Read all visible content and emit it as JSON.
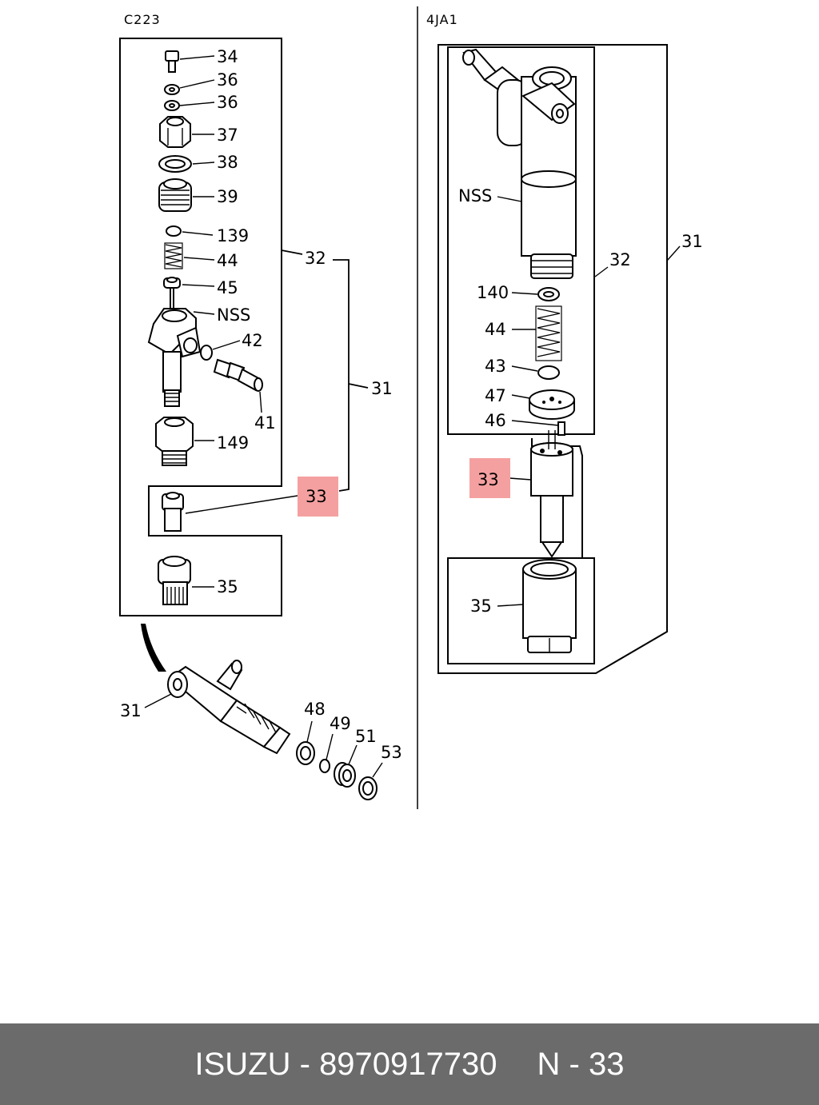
{
  "sections": {
    "left": "C223",
    "right": "4JA1"
  },
  "left_labels": {
    "p34": "34",
    "p36a": "36",
    "p36b": "36",
    "p37": "37",
    "p38": "38",
    "p39": "39",
    "p139": "139",
    "p44": "44",
    "p45": "45",
    "nss": "NSS",
    "p42": "42",
    "p41": "41",
    "p149": "149",
    "p32": "32",
    "p31": "31",
    "p33": "33",
    "p35": "35"
  },
  "bottom_labels": {
    "p31": "31",
    "p48": "48",
    "p49": "49",
    "p51": "51",
    "p53": "53"
  },
  "right_labels": {
    "nss": "NSS",
    "p32": "32",
    "p31": "31",
    "p140": "140",
    "p44": "44",
    "p43": "43",
    "p47": "47",
    "p46": "46",
    "p33": "33",
    "p35": "35"
  },
  "highlight_color": "#f5a0a0",
  "footer": {
    "brand": "ISUZU",
    "sep1": " - ",
    "part_number": "8970917730",
    "page_code": "N",
    "sep2": " - ",
    "page_number": "33"
  }
}
